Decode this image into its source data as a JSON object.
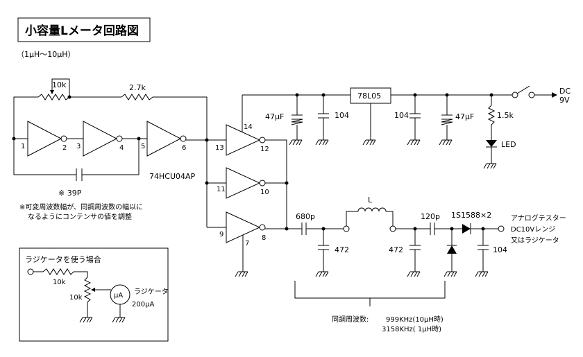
{
  "title": "小容量Lメータ回路図",
  "range": "（1μH～10μH）",
  "ic": {
    "part": "74HCU04AP",
    "pins": {
      "p1": "1",
      "p2": "2",
      "p3": "3",
      "p4": "4",
      "p5": "5",
      "p6": "6",
      "p7": "7",
      "p8": "8",
      "p9": "9",
      "p10": "10",
      "p11": "11",
      "p12": "12",
      "p13": "13",
      "p14": "14"
    }
  },
  "components": {
    "vr1": "10k",
    "r_fb": "2.7k",
    "c_var": "※ 39P",
    "reg": "78L05",
    "c_in_e": "47μF",
    "c_in": "104",
    "c_out": "104",
    "c_out_e": "47μF",
    "r_led": "1.5k",
    "led": "LED",
    "c_couple": "680p",
    "c_tune1": "472",
    "inductor": "L",
    "c_tune2": "472",
    "c_det": "120p",
    "diode": "1S1588×2",
    "c_filter": "104",
    "power_dc": "DC",
    "power_v": "9V"
  },
  "notes": {
    "line1": "※可変周波数幅が、同調周波数の幅以に",
    "line2": "なるようにコンテンサの値を調整"
  },
  "output": {
    "l1": "アナログテスター",
    "l2": "DC10Vレンジ",
    "l3": "又はラジケータ"
  },
  "freq": {
    "label": "同調周波数:",
    "f1": "999KHz(10μH時)",
    "f2": "3158KHz(  1μH時)"
  },
  "inset": {
    "title": "ラジケータを使う場合",
    "r1": "10k",
    "vr": "10k",
    "meter_symbol": "μA",
    "meter_name": "ラジケータ",
    "meter_range": "200μA"
  }
}
